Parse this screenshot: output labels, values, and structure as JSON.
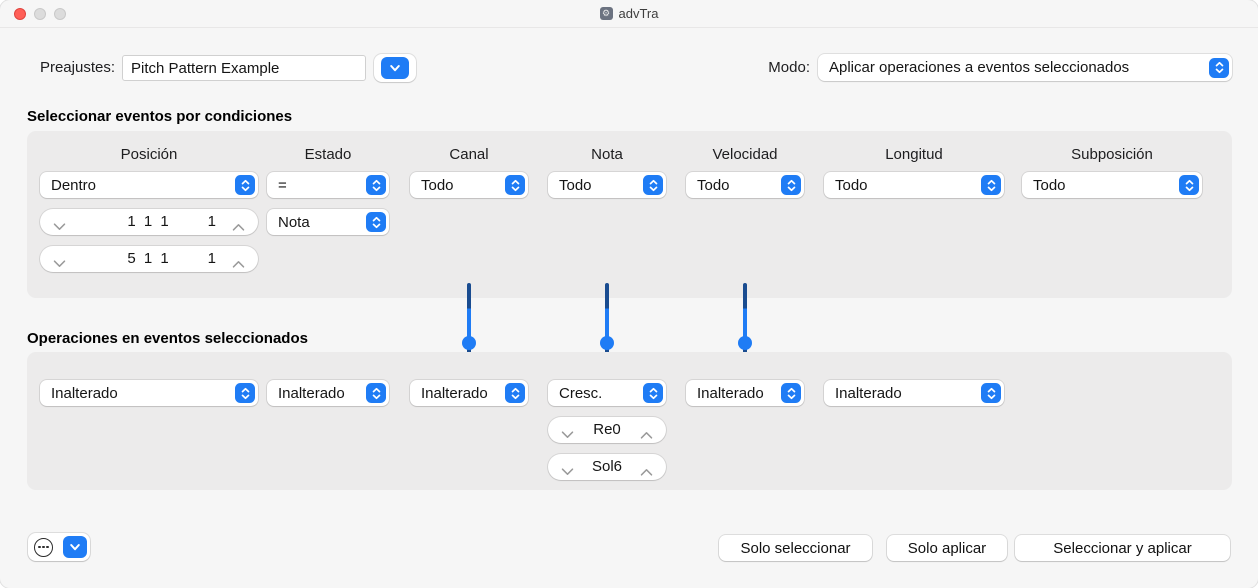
{
  "window": {
    "title": "advTra"
  },
  "toolbar": {
    "presets_label": "Preajustes:",
    "presets_value": "Pitch Pattern Example",
    "mode_label": "Modo:",
    "mode_value": "Aplicar operaciones a eventos seleccionados"
  },
  "conditions": {
    "heading": "Seleccionar eventos por condiciones",
    "headers": {
      "position": "Posición",
      "status": "Estado",
      "channel": "Canal",
      "note": "Nota",
      "velocity": "Velocidad",
      "length": "Longitud",
      "subposition": "Subposición"
    },
    "position_popup": "Dentro",
    "position_from": {
      "main": "1 1 1",
      "sub": "1"
    },
    "position_to": {
      "main": "5 1 1",
      "sub": "1"
    },
    "status_popup": "=",
    "status_type_popup": "Nota",
    "channel_popup": "Todo",
    "note_popup": "Todo",
    "velocity_popup": "Todo",
    "length_popup": "Todo",
    "subposition_popup": "Todo"
  },
  "operations": {
    "heading": "Operaciones en eventos seleccionados",
    "position_popup": "Inalterado",
    "status_popup": "Inalterado",
    "channel_popup": "Inalterado",
    "note_popup": "Cresc.",
    "note_from": "Re0",
    "note_to": "Sol6",
    "velocity_popup": "Inalterado",
    "length_popup": "Inalterado"
  },
  "footer": {
    "select_only": "Solo seleccionar",
    "apply_only": "Solo aplicar",
    "select_and_apply": "Seleccionar y aplicar"
  },
  "colors": {
    "accent_blue": "#1f7cf5",
    "connector_dark": "#1a4c90",
    "close_red": "#ff5f57",
    "panel_gray": "#ecebeb",
    "window_bg": "#f6f6f6"
  }
}
